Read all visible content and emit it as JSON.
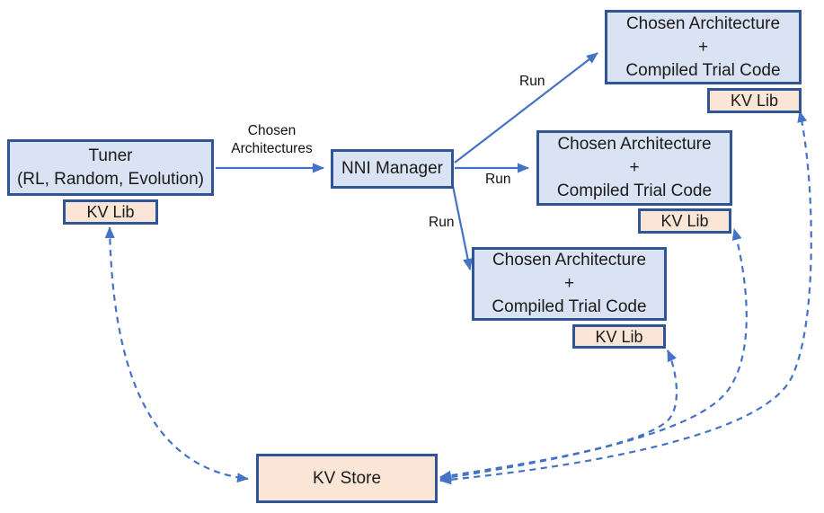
{
  "colors": {
    "node_fill_blue": "#dae3f3",
    "node_fill_peach": "#fbe5d6",
    "node_border": "#2f5597",
    "arrow": "#4472c4",
    "text": "#1a1a1a"
  },
  "nodes": {
    "tuner": {
      "line1": "Tuner",
      "line2": "(RL, Random, Evolution)"
    },
    "nni_manager": {
      "label": "NNI Manager"
    },
    "trials": [
      {
        "line1": "Chosen Architecture",
        "line2": "+",
        "line3": "Compiled Trial Code"
      },
      {
        "line1": "Chosen Architecture",
        "line2": "+",
        "line3": "Compiled Trial Code"
      },
      {
        "line1": "Chosen Architecture",
        "line2": "+",
        "line3": "Compiled Trial Code"
      }
    ],
    "kv_libs": [
      "KV Lib",
      "KV Lib",
      "KV Lib",
      "KV Lib"
    ],
    "kv_store": {
      "label": "KV Store"
    }
  },
  "edge_labels": {
    "tuner_to_manager": {
      "line1": "Chosen",
      "line2": "Architectures"
    },
    "run_top": "Run",
    "run_middle": "Run",
    "run_bottom": "Run"
  }
}
